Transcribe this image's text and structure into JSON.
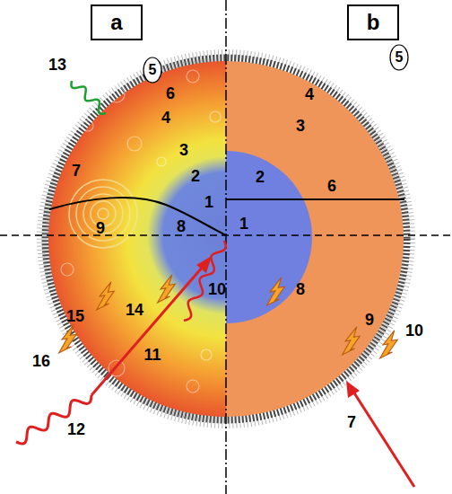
{
  "diagram": {
    "nodes": [
      {
        "text": [
          "a"
        ]
      },
      {
        "text": [
          "b"
        ]
      },
      {
        "text": [
          "5"
        ]
      },
      {
        "text": [
          "5"
        ]
      }
    ],
    "labels": [
      "13",
      "6",
      "4",
      "3",
      "2",
      "1",
      "7",
      "9",
      "8",
      "14",
      "10",
      "15",
      "11",
      "16",
      "12",
      "4",
      "3",
      "2",
      "6",
      "1",
      "8",
      "9",
      "10",
      "7"
    ]
  }
}
